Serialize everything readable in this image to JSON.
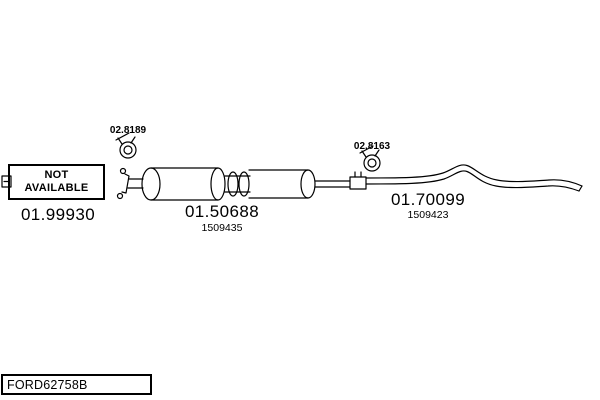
{
  "page": {
    "background": "#ffffff",
    "line_color": "#000000"
  },
  "diagram": {
    "not_available_box": {
      "line1": "NOT",
      "line2": "AVAILABLE"
    },
    "clamps": [
      {
        "position": "left",
        "number": "02.8189"
      },
      {
        "position": "right",
        "number": "02.8163"
      }
    ],
    "parts": [
      {
        "position": "left",
        "number": "01.99930",
        "ref": ""
      },
      {
        "position": "middle",
        "number": "01.50688",
        "ref": "1509435"
      },
      {
        "position": "right",
        "number": "01.70099",
        "ref": "1509423"
      }
    ],
    "footer_code": "FORD62758B",
    "icons": {
      "clamp": "exhaust-pipe-clamp ring with bolt",
      "inlet_stub": "small connector stub at left page edge"
    }
  }
}
